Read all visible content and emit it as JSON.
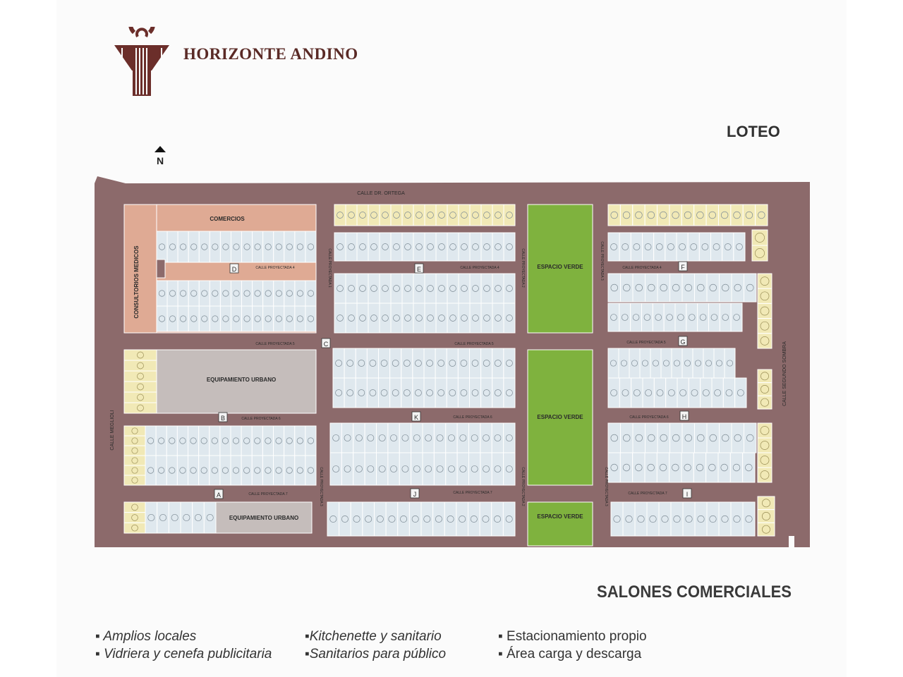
{
  "brand": {
    "name": "HORIZONTE ANDINO",
    "logo": "column-arch-logo"
  },
  "heading": "LOTEO",
  "north": "N",
  "colors": {
    "road": "#8c6a6b",
    "lot": "#dfe8ee",
    "lot_line": "#ffffff",
    "green": "#7fb23e",
    "commerce": "#dfaa94",
    "equipment": "#c5bdbb",
    "yellow": "#f1e9b6"
  },
  "streets": {
    "top": "CALLE DR. ORTEGA",
    "left": "CALLE MEGLIOLI",
    "right": "CALLE SEGUNDO SOMBRA",
    "p4": "CALLE PROYECTADA 4",
    "p5": "CALLE PROYECTADA 5",
    "p6": "CALLE PROYECTADA 6",
    "p7": "CALLE PROYECTADA 7",
    "p1": "CALLE PROYECTADA 1",
    "p2": "CALLE PROYECTADA 2",
    "p3": "CALLE PROYECTADA 3"
  },
  "blocks": {
    "comercios": "COMERCIOS",
    "consultorios": "CONSULTORIOS MEDICOS",
    "equip1": "EQUIPAMIENTO URBANO",
    "equip2": "EQUIPAMIENTO URBANO",
    "verde1": "ESPACIO VERDE",
    "verde2": "ESPACIO VERDE",
    "verde3": "ESPACIO VERDE"
  },
  "block_letters": [
    "A",
    "B",
    "C",
    "D",
    "E",
    "F",
    "G",
    "H",
    "I",
    "J",
    "K"
  ],
  "section_title": "SALONES COMERCIALES",
  "features": {
    "col1": [
      "Amplios locales",
      "Vidriera y cenefa publicitaria"
    ],
    "col2": [
      "Kitchenette y sanitario",
      "Sanitarios para público"
    ],
    "col3": [
      "Estacionamiento propio",
      "Área carga y descarga"
    ]
  }
}
